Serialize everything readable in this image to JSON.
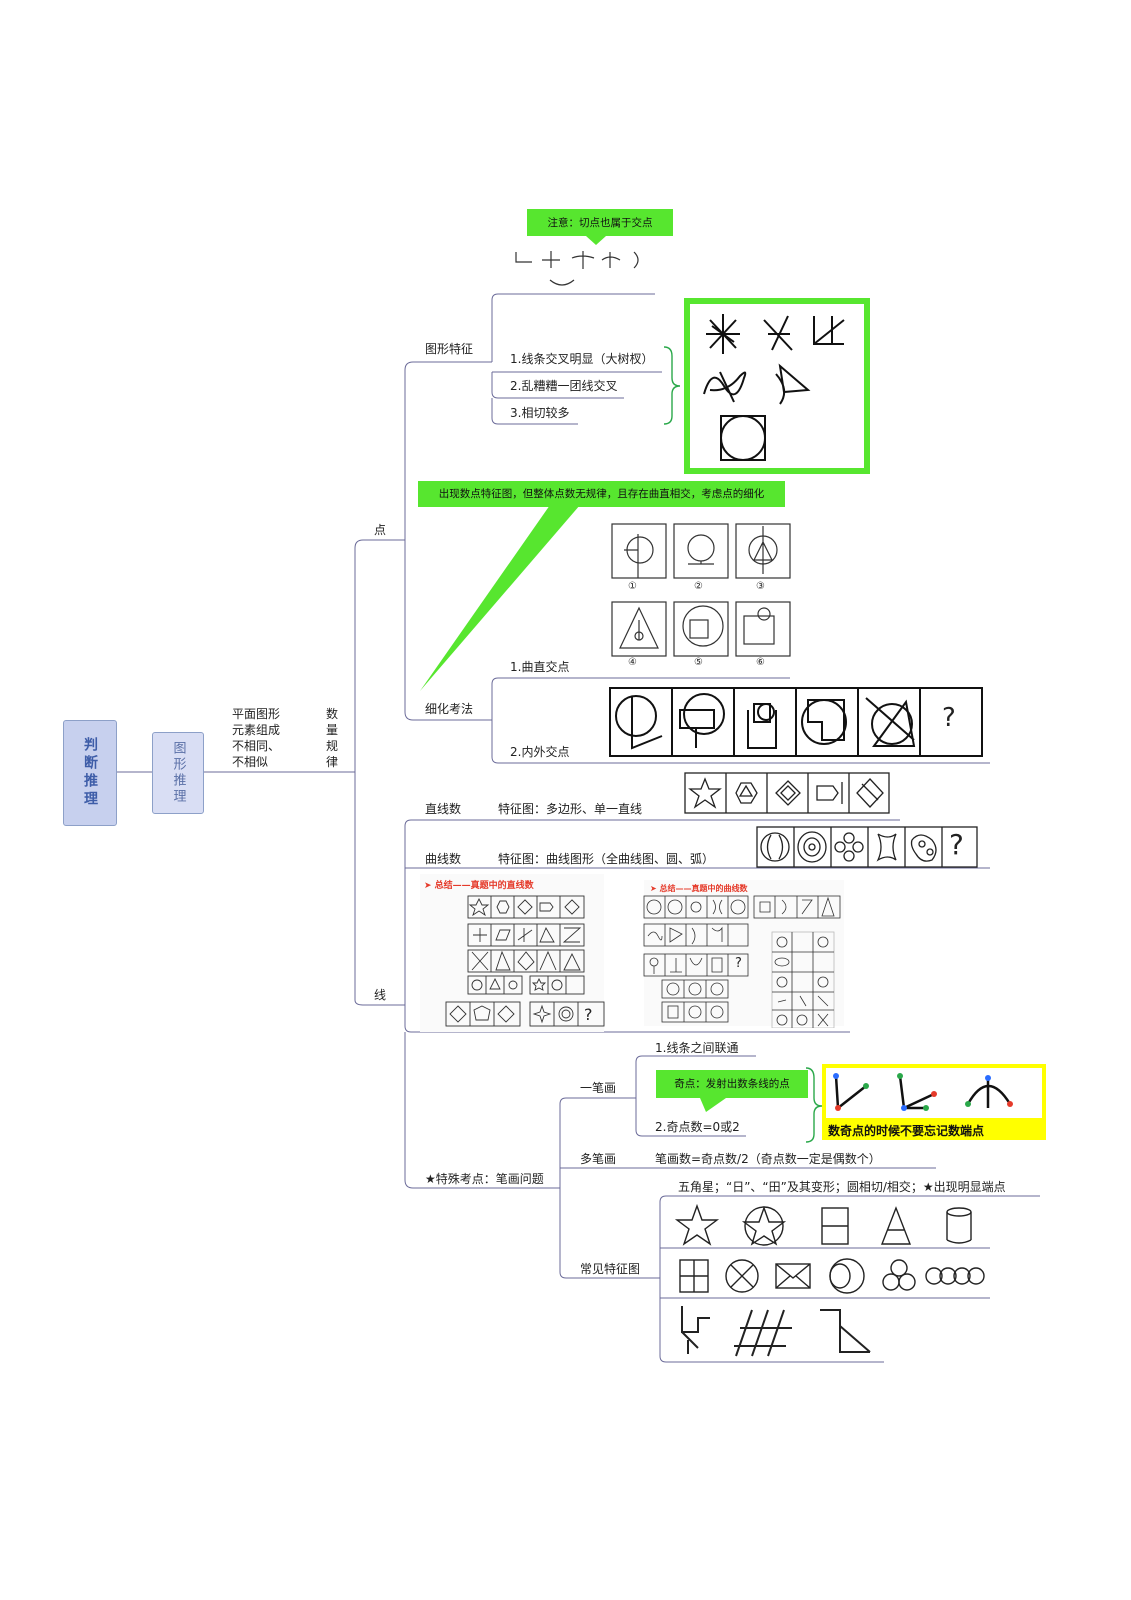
{
  "root": {
    "label": "判断推理"
  },
  "level1": {
    "label": "图形推理"
  },
  "level2": {
    "lines": [
      "平面图形",
      "元素组成",
      "不相同、",
      "不相似"
    ],
    "category_vertical": "数量规律"
  },
  "branches": {
    "point": {
      "label": "点",
      "figure_features": {
        "label": "图形特征",
        "note": "注意：切点也属于交点",
        "items": [
          "1.线条交叉明显（大树杈）",
          "2.乱糟糟一团线交叉",
          "3.相切较多"
        ]
      },
      "refinement": {
        "label": "细化考法",
        "note": "出现数点特征图，但整体点数无规律，且存在曲直相交，考虑点的细化",
        "items": [
          "1.曲直交点",
          "2.内外交点"
        ],
        "option_labels": [
          "①",
          "②",
          "③",
          "④",
          "⑤",
          "⑥"
        ],
        "question_mark": "?"
      }
    },
    "line": {
      "label": "线",
      "straight": {
        "label": "直线数",
        "feature": "特征图：多边形、单一直线"
      },
      "curve": {
        "label": "曲线数",
        "feature": "特征图：曲线图形（全曲线图、圆、弧）",
        "question_mark": "?"
      },
      "summary": {
        "straight_title": "➤ 总结——真题中的直线数",
        "curve_title": "➤ 总结——真题中的曲线数",
        "question_mark": "?"
      }
    },
    "stroke": {
      "label": "★特殊考点：笔画问题",
      "one_stroke": {
        "label": "一笔画",
        "items": [
          "1.线条之间联通",
          "2.奇点数=0或2"
        ],
        "note": "奇点：发射出数条线的点",
        "callout": "数奇点的时候不要忘记数端点"
      },
      "multi_stroke": {
        "label": "多笔画",
        "formula": "笔画数=奇点数/2（奇点数一定是偶数个）"
      },
      "common": {
        "label": "常见特征图",
        "desc": "五角星；“日”、“田”及其变形；圆相切/相交；★出现明显端点"
      }
    }
  },
  "colors": {
    "green": "#57e62f",
    "line": "#5a5a8c",
    "node": "#c7d0ee",
    "yellow": "#ffff00"
  }
}
